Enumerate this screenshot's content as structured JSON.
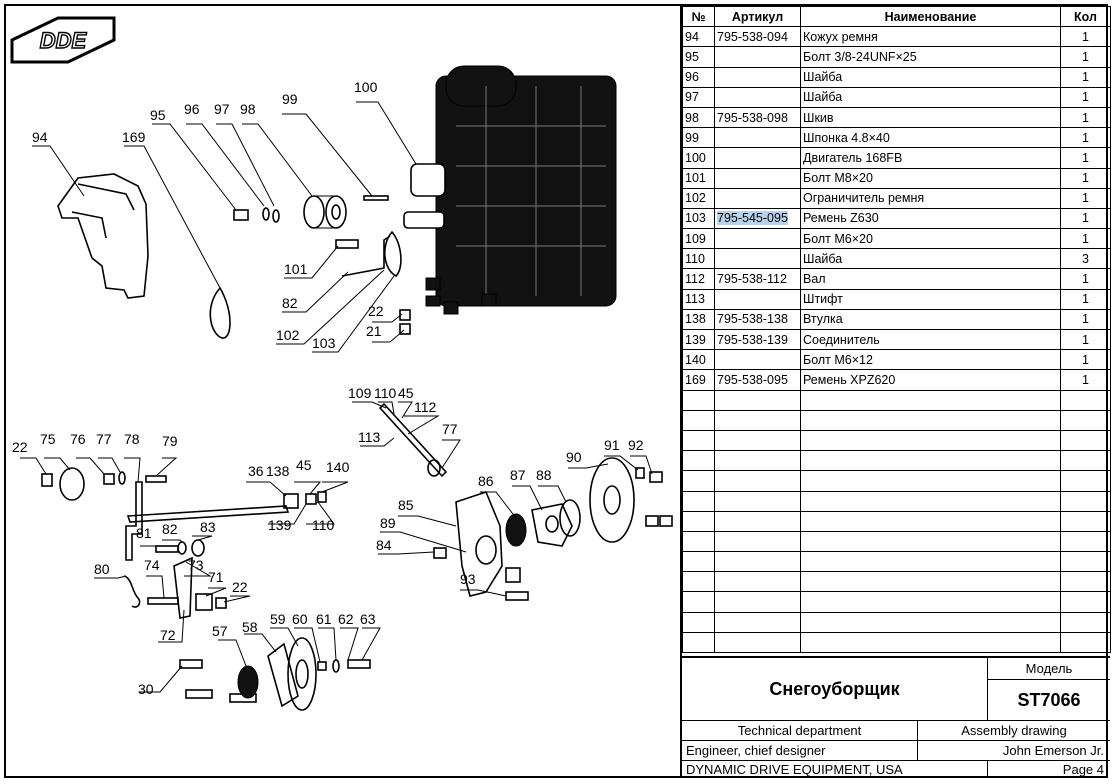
{
  "logo": {
    "text": "DDE"
  },
  "table": {
    "headers": {
      "num": "№",
      "article": "Артикул",
      "name": "Наименование",
      "qty": "Кол"
    },
    "rows": [
      {
        "num": "94",
        "article": "795-538-094",
        "name": "Кожух ремня",
        "qty": "1"
      },
      {
        "num": "95",
        "article": "",
        "name": "Болт 3/8-24UNF×25",
        "qty": "1"
      },
      {
        "num": "96",
        "article": "",
        "name": "Шайба",
        "qty": "1"
      },
      {
        "num": "97",
        "article": "",
        "name": "Шайба",
        "qty": "1"
      },
      {
        "num": "98",
        "article": "795-538-098",
        "name": "Шкив",
        "qty": "1"
      },
      {
        "num": "99",
        "article": "",
        "name": "Шпонка 4.8×40",
        "qty": "1"
      },
      {
        "num": "100",
        "article": "",
        "name": "Двигатель 168FB",
        "qty": "1"
      },
      {
        "num": "101",
        "article": "",
        "name": "Болт М8×20",
        "qty": "1"
      },
      {
        "num": "102",
        "article": "",
        "name": "Ограничитель ремня",
        "qty": "1"
      },
      {
        "num": "103",
        "article": "795-545-095",
        "name": "Ремень Z630",
        "qty": "1",
        "highlight": true
      },
      {
        "num": "109",
        "article": "",
        "name": "Болт М6×20",
        "qty": "1"
      },
      {
        "num": "110",
        "article": "",
        "name": "Шайба",
        "qty": "3"
      },
      {
        "num": "112",
        "article": "795-538-112",
        "name": "Вал",
        "qty": "1"
      },
      {
        "num": "113",
        "article": "",
        "name": "Штифт",
        "qty": "1"
      },
      {
        "num": "138",
        "article": "795-538-138",
        "name": "Втулка",
        "qty": "1"
      },
      {
        "num": "139",
        "article": "795-538-139",
        "name": "Соединитель",
        "qty": "1"
      },
      {
        "num": "140",
        "article": "",
        "name": "Болт М6×12",
        "qty": "1"
      },
      {
        "num": "169",
        "article": "795-538-095",
        "name": "Ремень XPZ620",
        "qty": "1"
      }
    ],
    "empty_rows": 13,
    "highlight_color": "#b7d3ec"
  },
  "titleblock": {
    "model_label": "Модель",
    "product": "Снегоуборщик",
    "model": "ST7066",
    "department": "Technical department",
    "drawing_type": "Assembly drawing",
    "role": "Engineer, chief designer",
    "person": "John Emerson Jr.",
    "company": "DYNAMIC DRIVE EQUIPMENT, USA",
    "page": "Page 4"
  },
  "callouts": {
    "c94": "94",
    "c95": "95",
    "c96": "96",
    "c97": "97",
    "c98": "98",
    "c99": "99",
    "c100": "100",
    "c169": "169",
    "c101": "101",
    "c82a": "82",
    "c102": "102",
    "c103": "103",
    "c22a": "22",
    "c21": "21",
    "c109": "109",
    "c110a": "110",
    "c45a": "45",
    "c112": "112",
    "c113": "113",
    "c77a": "77",
    "c86": "86",
    "c87": "87",
    "c88": "88",
    "c90": "90",
    "c91": "91",
    "c92": "92",
    "c85": "85",
    "c89": "89",
    "c84": "84",
    "c93": "93",
    "c22b": "22",
    "c75": "75",
    "c76": "76",
    "c77b": "77",
    "c78": "78",
    "c79": "79",
    "c36": "36",
    "c138": "138",
    "c45b": "45",
    "c140": "140",
    "c139": "139",
    "c110b": "110",
    "c81": "81",
    "c82b": "82",
    "c83": "83",
    "c80": "80",
    "c74": "74",
    "c73": "73",
    "c71": "71",
    "c22c": "22",
    "c72": "72",
    "c57": "57",
    "c58": "58",
    "c59": "59",
    "c60": "60",
    "c61": "61",
    "c62": "62",
    "c63": "63",
    "c30": "30"
  }
}
